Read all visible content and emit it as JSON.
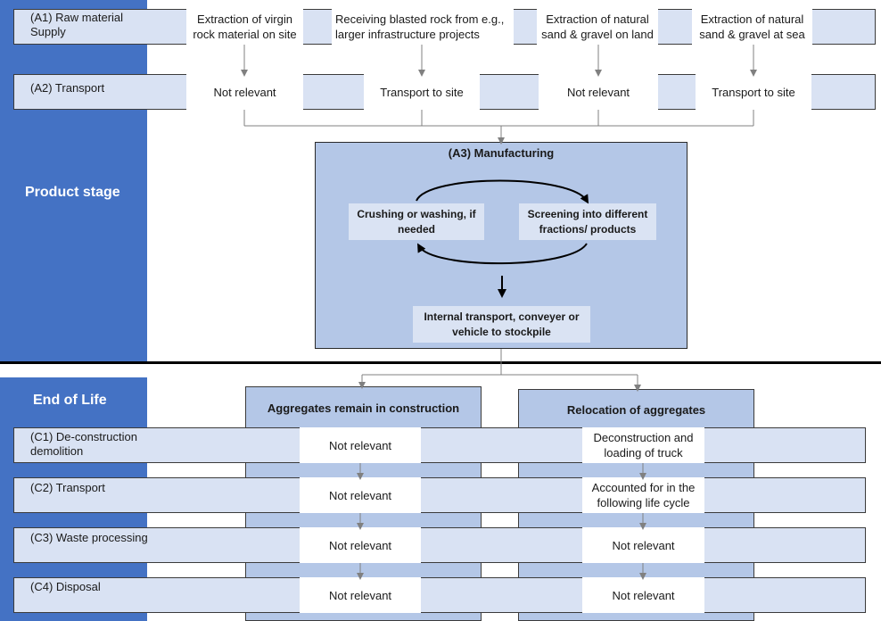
{
  "product_stage": {
    "title": "Product stage",
    "a1": {
      "label": "(A1) Raw material Supply",
      "sources": [
        "Extraction of virgin rock material on site",
        "Receiving blasted rock from e.g., larger infrastructure projects",
        "Extraction of natural sand & gravel on land",
        "Extraction of natural sand & gravel at sea"
      ]
    },
    "a2": {
      "label": "(A2) Transport",
      "items": [
        "Not relevant",
        "Transport to site",
        "Not relevant",
        "Transport to site"
      ]
    },
    "a3": {
      "title": "(A3) Manufacturing",
      "crushing": "Crushing or washing, if needed",
      "screening": "Screening into different fractions/ products",
      "internal": "Internal transport, conveyer or vehicle to stockpile"
    }
  },
  "end_of_life": {
    "title": "End of Life",
    "columns": [
      "Aggregates remain in construction",
      "Relocation of aggregates"
    ],
    "rows": [
      {
        "label": "(C1) De-construction demolition",
        "left": "Not relevant",
        "right": "Deconstruction and loading of truck"
      },
      {
        "label": "(C2) Transport",
        "left": "Not relevant",
        "right": "Accounted for in the following life cycle"
      },
      {
        "label": "(C3) Waste processing",
        "left": "Not relevant",
        "right": "Not relevant"
      },
      {
        "label": "(C4) Disposal",
        "left": "Not relevant",
        "right": "Not relevant"
      }
    ]
  },
  "colors": {
    "stage_bar": "#4472c4",
    "row_fill": "#d9e2f3",
    "column_fill": "#b4c7e7",
    "inner_box": "#dae3f3",
    "connector": "#808080"
  }
}
